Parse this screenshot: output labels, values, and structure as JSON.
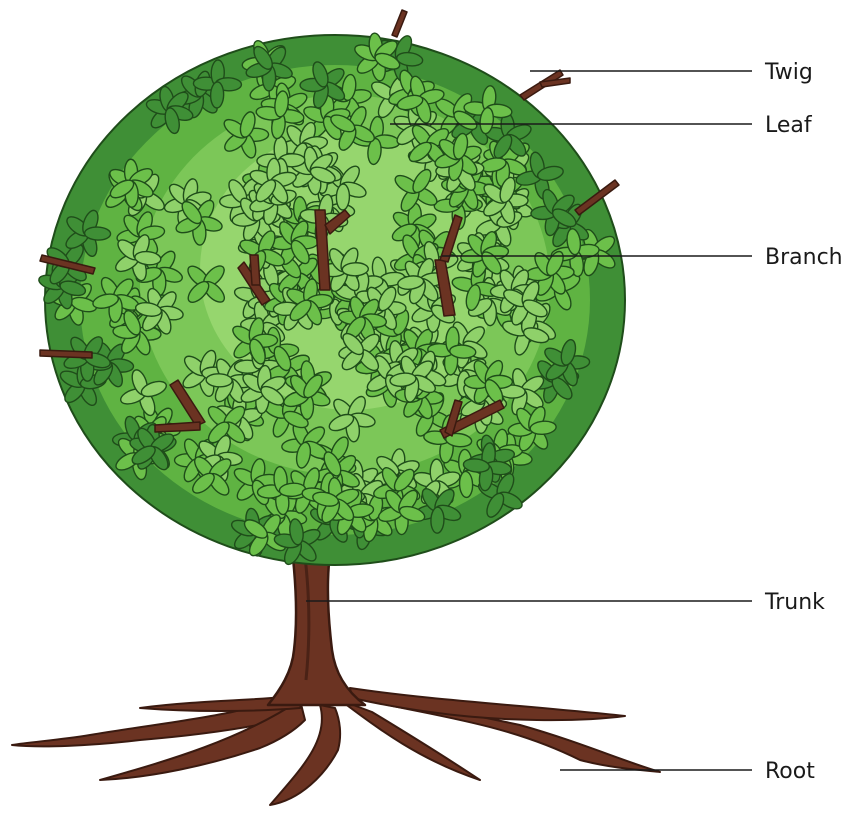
{
  "diagram": {
    "labels": {
      "twig": "Twig",
      "leaf": "Leaf",
      "branch": "Branch",
      "trunk": "Trunk",
      "root": "Root"
    },
    "colors": {
      "leaf_light": "#8fd16a",
      "leaf_mid": "#6cc04a",
      "leaf_dark": "#3f8f36",
      "leaf_outline": "#1f4d1a",
      "wood": "#6b3322",
      "wood_outline": "#3a1a10",
      "label_text": "#1a1a1a"
    }
  }
}
